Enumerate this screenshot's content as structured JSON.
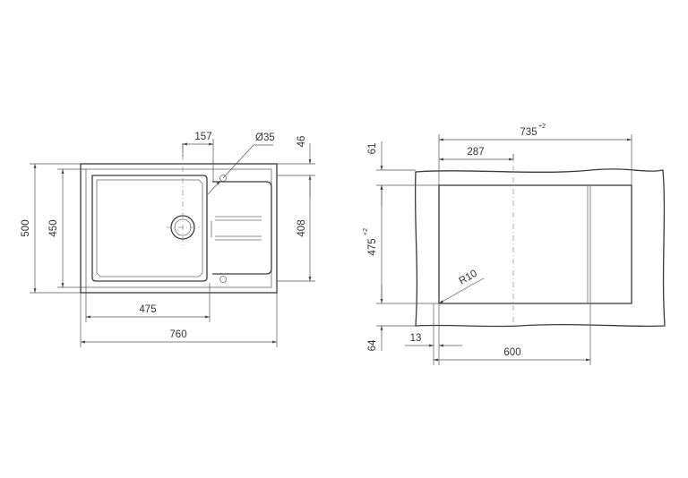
{
  "left_view": {
    "dimensions": {
      "overall_width": "760",
      "basin_width": "475",
      "overall_depth": "500",
      "basin_depth": "450",
      "drainer_depth": "408",
      "edge_offset": "46",
      "drain_offset": "157",
      "drain_diameter": "Ø35"
    }
  },
  "right_view": {
    "dimensions": {
      "cutout_width": "735",
      "cutout_width_tol": "+2",
      "cutout_depth": "475",
      "cutout_depth_tol": "+2",
      "drain_position": "287",
      "top_offset": "61",
      "bottom_offset": "64",
      "side_offset": "13",
      "cabinet_width": "600",
      "corner_radius": "R10"
    }
  }
}
